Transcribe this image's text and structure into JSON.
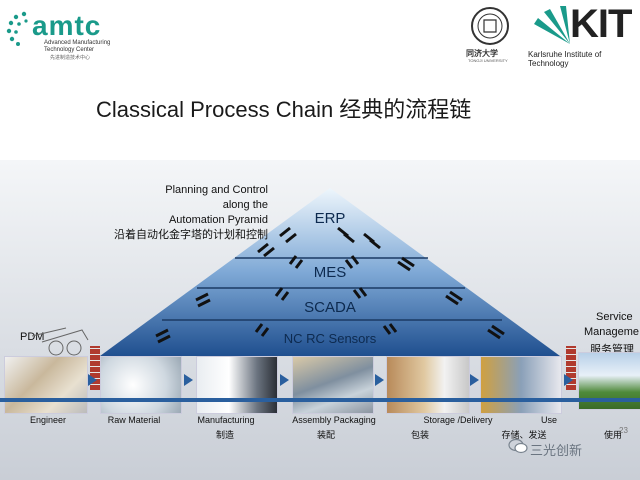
{
  "header": {
    "amtc": {
      "word": "amtc",
      "line1": "Advanced Manufacturing",
      "line2": "Technology Center",
      "line3": "先进制造技术中心"
    },
    "tongji": {
      "name": "同济大学",
      "sub": "TONGJI UNIVERSITY"
    },
    "kit": {
      "word": "KIT",
      "sub": "Karlsruhe Institute of Technology"
    }
  },
  "title": "Classical Process Chain 经典的流程链",
  "pyramid": {
    "caption_lines": [
      "Planning and Control",
      "along the",
      "Automation Pyramid",
      "沿着自动化金字塔的计划和控制"
    ],
    "levels": [
      "ERP",
      "MES",
      "SCADA",
      "NC RC Sensors"
    ]
  },
  "chain": {
    "pdm": "PDM",
    "service": {
      "en1": "Service",
      "en2": "Manageme",
      "zh": "服务管理"
    },
    "steps": [
      {
        "en": "Engineer",
        "zh": ""
      },
      {
        "en": "Raw Material",
        "zh": ""
      },
      {
        "en": "Manufacturing",
        "zh": "制造"
      },
      {
        "en": "Assembly  Packaging",
        "zh": "装配"
      },
      {
        "en": "Storage /Delivery",
        "zh": "包装"
      },
      {
        "en": "Use",
        "zh": "存储、发送"
      },
      {
        "en": "",
        "zh": "使用"
      }
    ]
  },
  "watermark": "三光创新",
  "page_number": "23",
  "colors": {
    "teal": "#1a9a8a",
    "pyramid_top": "#eef6fc",
    "pyramid_bottom": "#1f4f8f",
    "arrow": "#2a5f9e"
  }
}
